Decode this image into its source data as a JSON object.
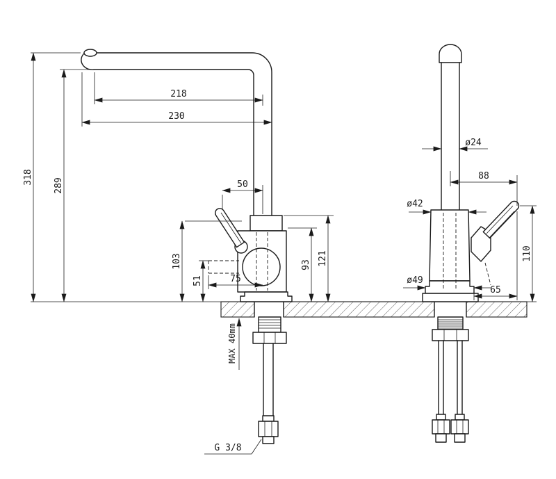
{
  "drawing": {
    "colors": {
      "line": "#1a1a1a",
      "background": "#ffffff"
    },
    "side_view": {
      "spout_reach_to_center": "218",
      "spout_reach_overall": "230",
      "height_overall": "318",
      "height_under_spout": "289",
      "handle_to_pipe": "50",
      "body_height": "103",
      "inlet_height": "51",
      "inlet_reach": "75",
      "body_top_to_deck": "93",
      "collar_to_deck": "121",
      "deck_max_thickness": "MAX 40mm",
      "supply_thread": "G 3/8"
    },
    "front_view": {
      "pipe_diameter": "ø24",
      "handle_reach": "88",
      "body_diameter": "ø42",
      "base_diameter": "ø49",
      "handle_offset": "65",
      "handle_height": "110"
    }
  }
}
